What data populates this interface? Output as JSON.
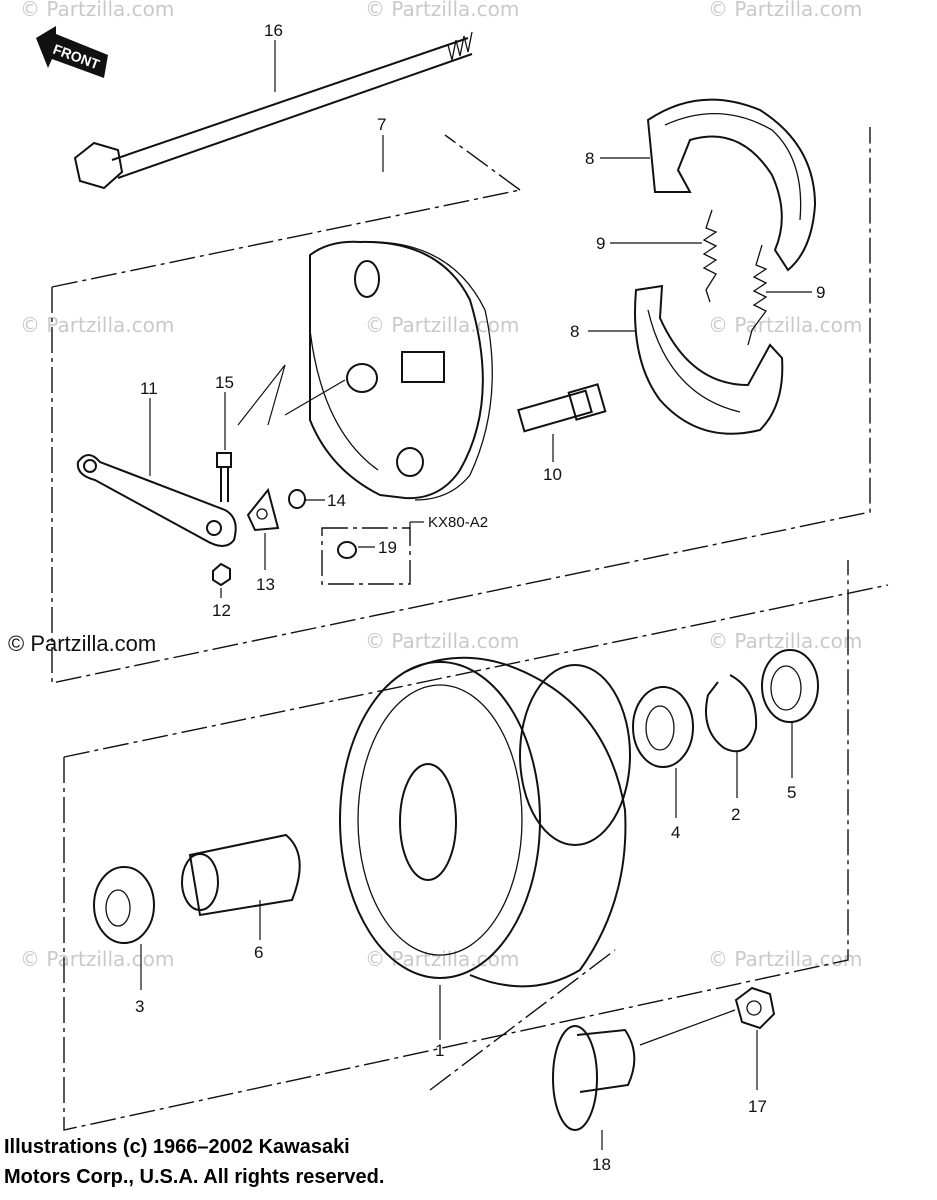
{
  "front_arrow": {
    "label": "FRONT"
  },
  "watermarks": {
    "faint": "© Partzilla.com",
    "strong": "© Partzilla.com"
  },
  "callouts": {
    "c1": "1",
    "c2": "2",
    "c3": "3",
    "c4": "4",
    "c5": "5",
    "c6": "6",
    "c7": "7",
    "c8a": "8",
    "c8b": "8",
    "c9a": "9",
    "c9b": "9",
    "c10": "10",
    "c11": "11",
    "c12": "12",
    "c13": "13",
    "c14": "14",
    "c15": "15",
    "c16": "16",
    "c17": "17",
    "c18": "18",
    "c19": "19"
  },
  "variant_label": "KX80-A2",
  "copyright": {
    "line1": "Illustrations (c) 1966–2002 Kawasaki",
    "line2": "Motors Corp., U.S.A.  All rights reserved."
  }
}
